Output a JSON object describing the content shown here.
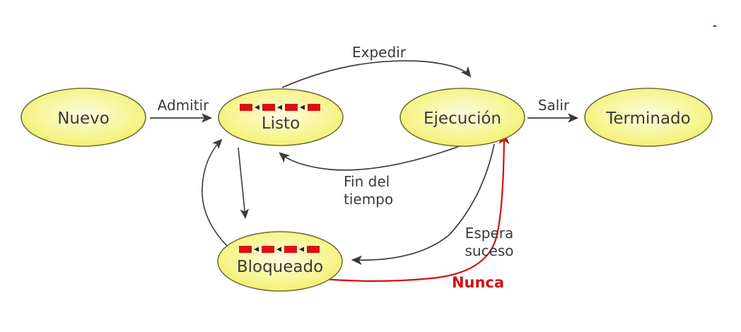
{
  "diagram": {
    "type": "process-state-diagram",
    "language": "es",
    "states": [
      {
        "name": "Nuevo",
        "has_queue": false
      },
      {
        "name": "Listo",
        "has_queue": true
      },
      {
        "name": "Ejecución",
        "has_queue": false
      },
      {
        "name": "Terminado",
        "has_queue": false
      },
      {
        "name": "Bloqueado",
        "has_queue": true
      }
    ],
    "transitions": [
      {
        "name": "Admitir",
        "from": "Nuevo",
        "to": "Listo",
        "style": "straight",
        "color": "#3a3a3a"
      },
      {
        "name": "Expedir",
        "from": "Listo",
        "to": "Ejecución",
        "style": "curve",
        "color": "#3a3a3a"
      },
      {
        "name": "Salir",
        "from": "Ejecución",
        "to": "Terminado",
        "style": "straight",
        "color": "#3a3a3a"
      },
      {
        "name": "Fin del tiempo",
        "lines": [
          "Fin del",
          "tiempo"
        ],
        "from": "Ejecución",
        "to": "Listo",
        "style": "curve",
        "color": "#3a3a3a"
      },
      {
        "name": "Espera suceso",
        "lines": [
          "Espera",
          "suceso"
        ],
        "from": "Ejecución",
        "to": "Bloqueado",
        "style": "curve",
        "color": "#3a3a3a"
      },
      {
        "name": "Nunca",
        "from": "Bloqueado",
        "to": "Ejecución",
        "style": "curve",
        "color": "#d31010"
      },
      {
        "name": "",
        "from": "Listo",
        "to": "Bloqueado",
        "style": "straight",
        "color": "#3a3a3a"
      },
      {
        "name": "",
        "from": "Bloqueado",
        "to": "Listo",
        "style": "curve",
        "color": "#3a3a3a"
      }
    ],
    "icons": {
      "queue_icon": "row of 4 red blocks with small left arrows"
    },
    "misc": {
      "stray_mark": "-"
    },
    "colors": {
      "background": "#ffffff",
      "state_fill_center": "#fcfbdf",
      "state_fill_edge": "#efee55",
      "state_border": "#70703e",
      "arrow": "#3a3a3a",
      "red_accent": "#d31010",
      "queue_block": "#dd1111",
      "label_text": "#3a3a3a"
    }
  }
}
